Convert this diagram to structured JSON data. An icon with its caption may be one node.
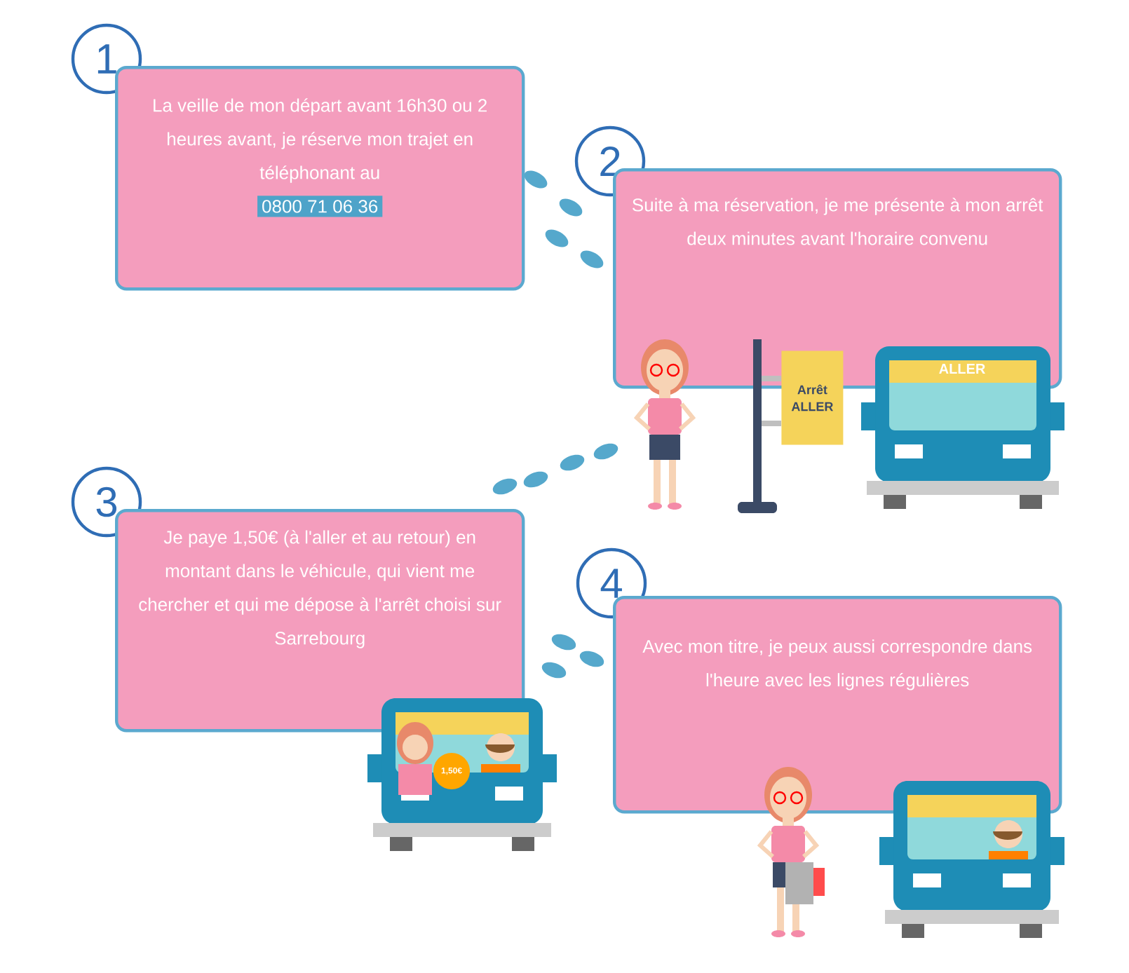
{
  "diagram": {
    "nodes": [
      {
        "text": [
          "1"
        ]
      },
      {
        "text": [
          "La veille de mon départ avant 16h30 ou 2 heures avant, je réserve mon trajet en téléphonant au",
          "0800 71 06 36"
        ]
      },
      {
        "text": [
          "2"
        ]
      },
      {
        "text": [
          "Suite à ma réservation, je me présente à mon arrêt deux minutes avant l'horaire convenu"
        ]
      },
      {
        "text": [
          "Arrêt ALLER"
        ]
      },
      {
        "text": [
          "3"
        ]
      },
      {
        "text": [
          "Je paye 1,50€ (à l'aller et au retour) en montant dans le véhicule, qui vient me chercher et qui me dépose à l'arrêt choisi sur Sarrebourg"
        ]
      },
      {
        "text": [
          "4"
        ]
      },
      {
        "text": [
          "Avec mon titre, je peux aussi correspondre dans l'heure avec les lignes régulières"
        ]
      }
    ],
    "labels": [
      "ALLER",
      "1,50€"
    ]
  }
}
